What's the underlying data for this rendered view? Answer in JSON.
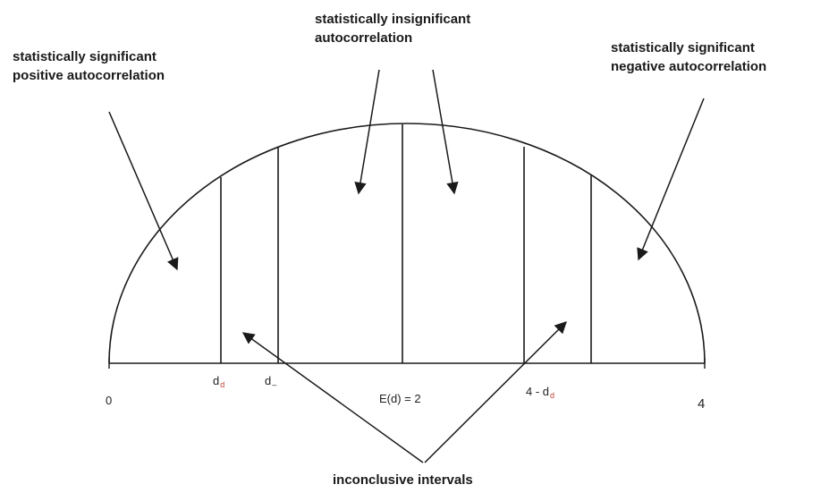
{
  "labels": {
    "positive_region": [
      "statistically significant",
      "positive autocorrelation"
    ],
    "insignificant_region": [
      "statistically insignificant",
      "autocorrelation"
    ],
    "negative_region": [
      "statistically significant",
      "negative autocorrelation"
    ],
    "inconclusive": "inconclusive intervals"
  },
  "axis": {
    "ticks": {
      "zero": "0",
      "dl": {
        "base": "d",
        "sub": "d"
      },
      "du": {
        "base": "d",
        "sub": "–"
      },
      "expected": "E(d) = 2",
      "four_minus": {
        "base": "4 - d",
        "sub": "d"
      },
      "four": "4"
    }
  },
  "colors": {
    "line": "#1a1a1a",
    "subscript_accent": "#c04030",
    "background": "#ffffff"
  }
}
